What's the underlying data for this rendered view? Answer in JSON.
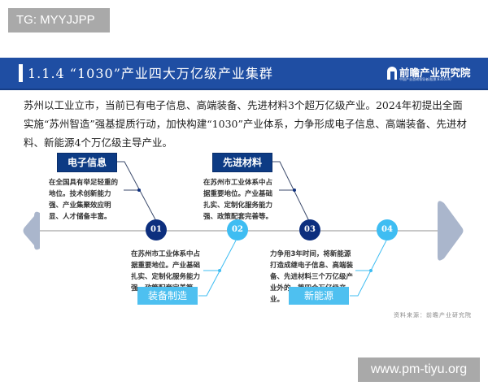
{
  "watermark_top": "TG: MYYJJPP",
  "header": {
    "title": "1.1.4 “1030”产业四大万亿级产业集群",
    "logo_name": "前瞻产业研究院",
    "logo_sub": "中国产业咨询领导者(股票:835519)"
  },
  "intro_text": "苏州以工业立市，当前已有电子信息、高端装备、先进材料3个超万亿级产业。2024年初提出全面实施“苏州智造”强基提质行动，加快构建“1030”产业体系，力争形成电子信息、高端装备、先进材料、新能源4个万亿级主导产业。",
  "timeline": {
    "colors": {
      "dark": "#0d2f7e",
      "light": "#3fbdf2",
      "arrow": "#aab6cc",
      "line": "#c8c8c8"
    },
    "nodes": [
      {
        "number": "01",
        "label": "电子信息",
        "position": "top",
        "description": "在全国具有举足轻重的地位。技术创新能力强、产业集聚效应明显、人才储备丰富。"
      },
      {
        "number": "02",
        "label": "装备制造",
        "position": "bottom",
        "description": "在苏州市工业体系中占据重要地位。产业基础扎实、定制化服务能力强、政策配套完善等。"
      },
      {
        "number": "03",
        "label": "先进材料",
        "position": "top",
        "description": "在苏州市工业体系中占据重要地位。产业基础扎实、定制化服务能力强、政策配套完善等。"
      },
      {
        "number": "04",
        "label": "新能源",
        "position": "bottom",
        "description": "力争用3年时间，将新能源打造成继电子信息、高端装备、先进材料三个万亿级产业外的，第四个万亿级产业。"
      }
    ]
  },
  "source": "资料来源：前瞻产业研究院",
  "watermark_bottom": "www.pm-tiyu.org"
}
